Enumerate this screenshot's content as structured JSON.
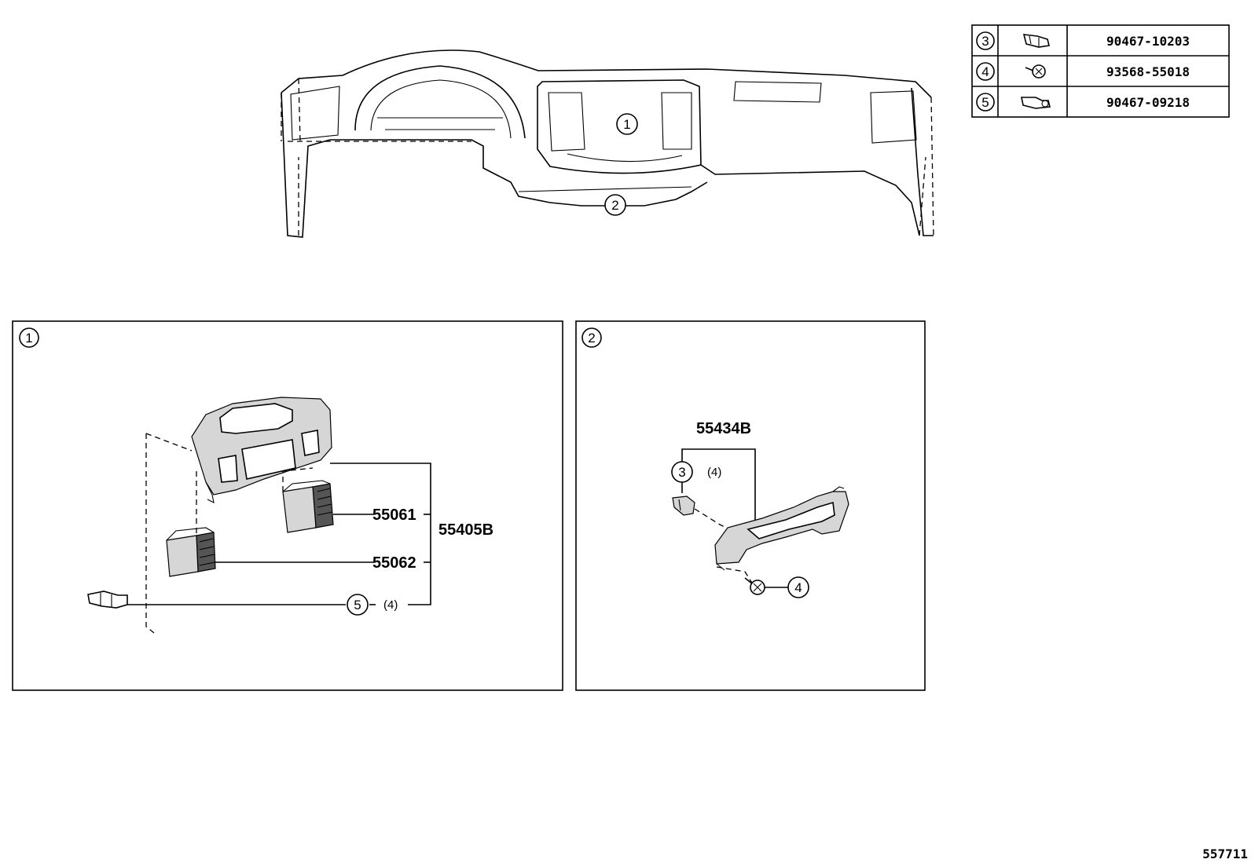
{
  "fastener_table": {
    "rows": [
      {
        "ref": "3",
        "icon": "clip-icon",
        "part_no": "90467-10203"
      },
      {
        "ref": "4",
        "icon": "screw-icon",
        "part_no": "93568-55018"
      },
      {
        "ref": "5",
        "icon": "clip-icon",
        "part_no": "90467-09218"
      }
    ]
  },
  "overview": {
    "callout_1": "1",
    "callout_2": "2"
  },
  "detail_1": {
    "ref": "1",
    "part_vent_right": "55061",
    "part_vent_left": "55062",
    "assembly": "55405B",
    "clip_ref": "5",
    "clip_qty": "(4)"
  },
  "detail_2": {
    "ref": "2",
    "assembly": "55434B",
    "clip_ref": "3",
    "clip_qty": "(4)",
    "screw_ref": "4"
  },
  "illustration_no": "557711"
}
